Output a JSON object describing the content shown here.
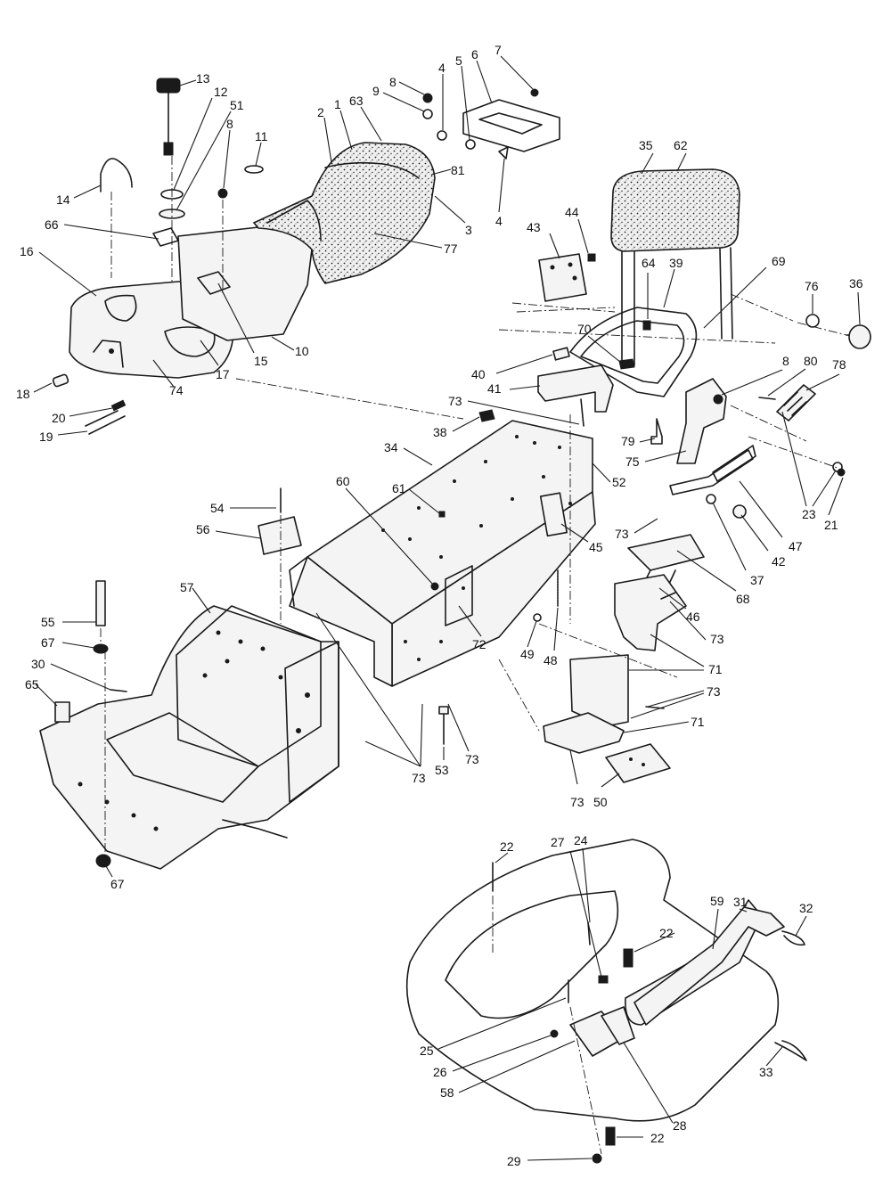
{
  "colors": {
    "ink": "#1a1a1a",
    "paper": "#ffffff",
    "shade": "#f4f4f4"
  },
  "callouts": {
    "c1": "1",
    "c2": "2",
    "c3": "3",
    "c4": "4",
    "c5": "5",
    "c6": "6",
    "c7": "7",
    "c8": "8",
    "c9": "9",
    "c10": "10",
    "c11": "11",
    "c12": "12",
    "c13": "13",
    "c14": "14",
    "c15": "15",
    "c16": "16",
    "c17": "17",
    "c18": "18",
    "c19": "19",
    "c20": "20",
    "c21": "21",
    "c22": "22",
    "c23": "23",
    "c24": "24",
    "c25": "25",
    "c26": "26",
    "c27": "27",
    "c28": "28",
    "c29": "29",
    "c30": "30",
    "c31": "31",
    "c32": "32",
    "c33": "33",
    "c34": "34",
    "c35": "35",
    "c36": "36",
    "c37": "37",
    "c38": "38",
    "c39": "39",
    "c40": "40",
    "c41": "41",
    "c42": "42",
    "c43": "43",
    "c44": "44",
    "c45": "45",
    "c46": "46",
    "c47": "47",
    "c48": "48",
    "c49": "49",
    "c50": "50",
    "c51": "51",
    "c52": "52",
    "c53": "53",
    "c54": "54",
    "c55": "55",
    "c56": "56",
    "c57": "57",
    "c58": "58",
    "c59": "59",
    "c60": "60",
    "c61": "61",
    "c62": "62",
    "c63": "63",
    "c64": "64",
    "c65": "65",
    "c66": "66",
    "c67": "67",
    "c68": "68",
    "c69": "69",
    "c70": "70",
    "c71": "71",
    "c72": "72",
    "c73": "73",
    "c74": "74",
    "c75": "75",
    "c76": "76",
    "c77": "77",
    "c78": "78",
    "c79": "79",
    "c80": "80",
    "c81": "81"
  }
}
